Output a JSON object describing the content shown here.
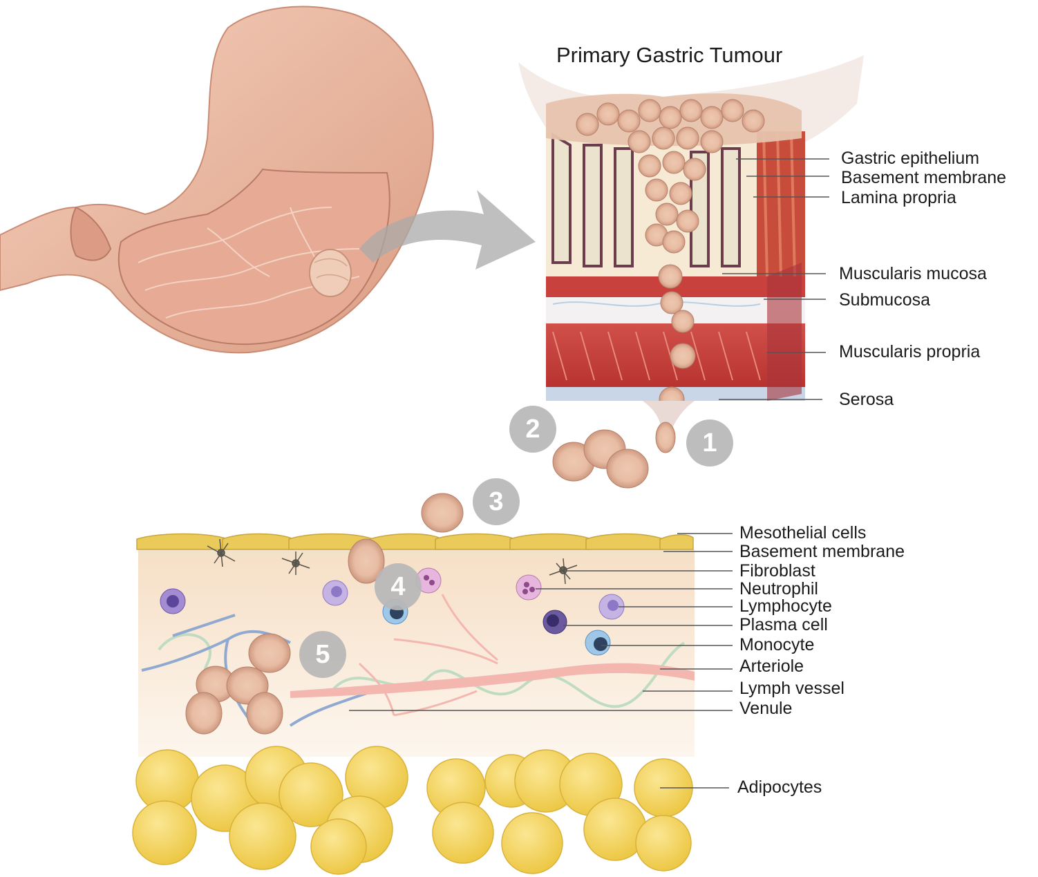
{
  "title": "Primary Gastric Tumour",
  "gastric_wall_labels": [
    "Gastric epithelium",
    "Basement membrane",
    "Lamina propria",
    "Muscularis mucosa",
    "Submucosa",
    "Muscularis propria",
    "Serosa"
  ],
  "peritoneum_labels": [
    "Mesothelial cells",
    "Basement membrane",
    "Fibroblast",
    "Neutrophil",
    "Lymphocyte",
    "Plasma cell",
    "Monocyte",
    "Arteriole",
    "Lymph vessel",
    "Venule",
    "Adipocytes"
  ],
  "steps": [
    "1",
    "2",
    "3",
    "4",
    "5"
  ],
  "colors": {
    "stomach": "#e8b49a",
    "muscle": "#c8413c",
    "tumour_cell": "#e2b79f",
    "adipocyte": "#f2d35a",
    "mesothelium": "#eacb5a",
    "stroma": "#fbeedf",
    "arteriole": "#f3b7b0",
    "venule": "#8fa9d1",
    "lymph": "#bfdcc2",
    "step_badge": "#b8b8b8"
  }
}
